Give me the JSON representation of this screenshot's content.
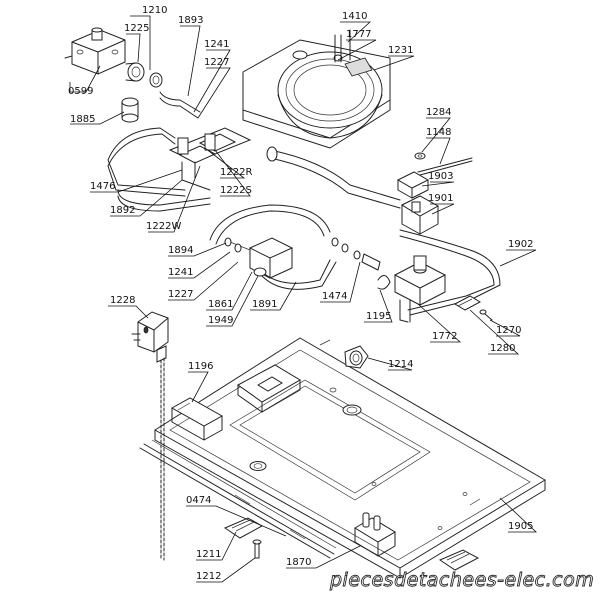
{
  "watermark": "piecesdetachees-elec.com",
  "callouts": [
    {
      "id": "0599",
      "text": "0599"
    },
    {
      "id": "1210",
      "text": "1210"
    },
    {
      "id": "1225",
      "text": "1225"
    },
    {
      "id": "1885",
      "text": "1885"
    },
    {
      "id": "1893",
      "text": "1893"
    },
    {
      "id": "1241a",
      "text": "1241"
    },
    {
      "id": "1227a",
      "text": "1227"
    },
    {
      "id": "1410",
      "text": "1410"
    },
    {
      "id": "1777",
      "text": "1777"
    },
    {
      "id": "1231",
      "text": "1231"
    },
    {
      "id": "1284",
      "text": "1284"
    },
    {
      "id": "1148",
      "text": "1148"
    },
    {
      "id": "1903",
      "text": "1903"
    },
    {
      "id": "1901",
      "text": "1901"
    },
    {
      "id": "1902",
      "text": "1902"
    },
    {
      "id": "1476",
      "text": "1476"
    },
    {
      "id": "1222R",
      "text": "1222R"
    },
    {
      "id": "1222S",
      "text": "1222S"
    },
    {
      "id": "1892",
      "text": "1892"
    },
    {
      "id": "1222W",
      "text": "1222W"
    },
    {
      "id": "1894",
      "text": "1894"
    },
    {
      "id": "1241b",
      "text": "1241"
    },
    {
      "id": "1227b",
      "text": "1227"
    },
    {
      "id": "1861",
      "text": "1861"
    },
    {
      "id": "1949",
      "text": "1949"
    },
    {
      "id": "1891",
      "text": "1891"
    },
    {
      "id": "1474",
      "text": "1474"
    },
    {
      "id": "1195",
      "text": "1195"
    },
    {
      "id": "1772",
      "text": "1772"
    },
    {
      "id": "1270",
      "text": "1270"
    },
    {
      "id": "1280",
      "text": "1280"
    },
    {
      "id": "1228",
      "text": "1228"
    },
    {
      "id": "1196",
      "text": "1196"
    },
    {
      "id": "1214",
      "text": "1214"
    },
    {
      "id": "0474",
      "text": "0474"
    },
    {
      "id": "1905",
      "text": "1905"
    },
    {
      "id": "1211",
      "text": "1211"
    },
    {
      "id": "1212",
      "text": "1212"
    },
    {
      "id": "1870",
      "text": "1870"
    }
  ]
}
